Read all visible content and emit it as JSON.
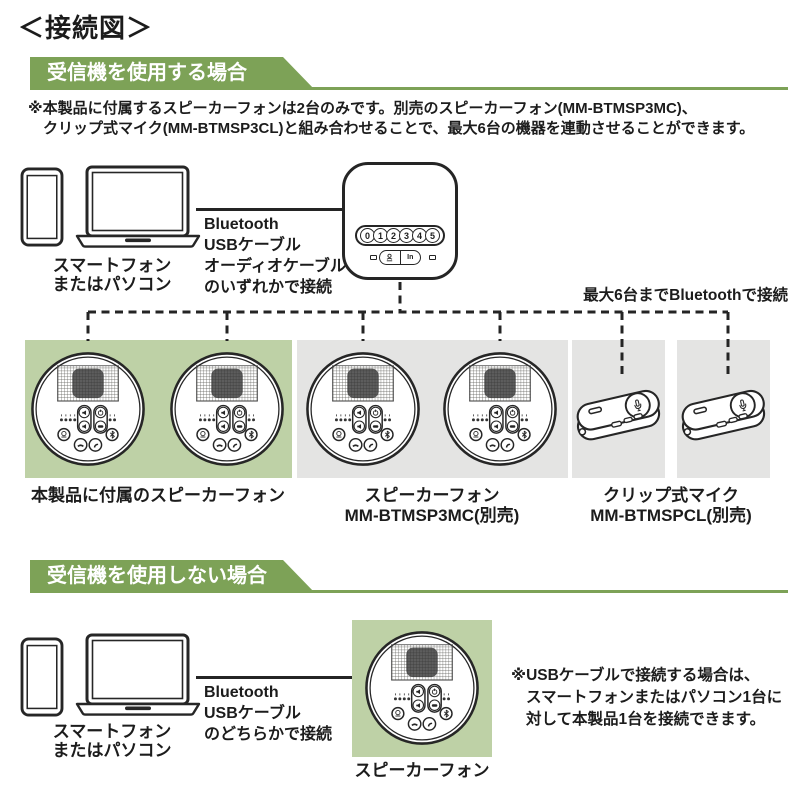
{
  "title": "＜接続図＞",
  "colors": {
    "banner_green": "#7da257",
    "box_green": "#bed1a6",
    "box_gray": "#e4e4e3",
    "ink": "#242424"
  },
  "section1": {
    "header": "受信機を使用する場合",
    "note_line1": "※本製品に付属するスピーカーフォンは2台のみです。別売のスピーカーフォン(MM-BTMSP3MC)、",
    "note_line2": "クリップ式マイク(MM-BTMSP3CL)と組み合わせることで、最大6台の機器を連動させることができます。",
    "source_label_line1": "スマートフォン",
    "source_label_line2": "またはパソコン",
    "connection_method_line1": "Bluetooth",
    "connection_method_line2": "USBケーブル",
    "connection_method_line3": "オーディオケーブル",
    "connection_method_line4": "のいずれかで接続",
    "bluetooth_limit_note": "最大6台までBluetoothで接続",
    "receiver": {
      "buttons": [
        "0",
        "1",
        "2",
        "3",
        "4",
        "5"
      ],
      "io_label": "In"
    },
    "bundled_label": "本製品に付属のスピーカーフォン",
    "optional_speakerphone_label_line1": "スピーカーフォン",
    "optional_speakerphone_label_line2": "MM-BTMSP3MC(別売)",
    "clip_mic_label_line1": "クリップ式マイク",
    "clip_mic_label_line2": "MM-BTMSPCL(別売)"
  },
  "section2": {
    "header": "受信機を使用しない場合",
    "source_label_line1": "スマートフォン",
    "source_label_line2": "またはパソコン",
    "connection_method_line1": "Bluetooth",
    "connection_method_line2": "USBケーブル",
    "connection_method_line3": "のどちらかで接続",
    "speakerphone_label": "スピーカーフォン",
    "note_line1": "※USBケーブルで接続する場合は、",
    "note_line2": "スマートフォンまたはパソコン1台に",
    "note_line3": "対して本製品1台を接続できます。"
  }
}
